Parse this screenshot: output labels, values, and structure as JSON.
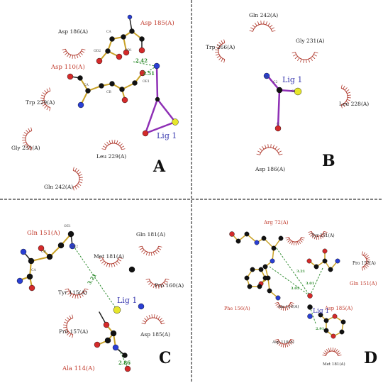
{
  "ligand_label": "Lig 1",
  "panels": [
    {
      "letter": "A",
      "hydrophobic": [
        "Asp 186(A)",
        "Trp 229(A)",
        "Gly 231(A)",
        "Leu 229(A)",
        "Gln 242(A)"
      ],
      "hbond_residues": [
        "Asp 185(A)",
        "Asp 110(A)"
      ],
      "distances": [
        "2.42",
        "2.51"
      ]
    },
    {
      "letter": "B",
      "hydrophobic": [
        "Gln 242(A)",
        "Trp 266(A)",
        "Gly 231(A)",
        "Leu 228(A)",
        "Asp 186(A)"
      ],
      "hbond_residues": [],
      "distances": []
    },
    {
      "letter": "C",
      "hydrophobic": [
        "Gln 181(A)",
        "Met 181(A)",
        "Tyr 115(A)",
        "Pro 160(A)",
        "Pro 157(A)",
        "Asp 185(A)"
      ],
      "hbond_residues": [
        "Gln 151(A)",
        "Ala 114(A)"
      ],
      "distances": [
        "3.21",
        "2.86"
      ]
    },
    {
      "letter": "D",
      "hydrophobic": [
        "Tyr 151(A)",
        "Pro 157(A)",
        "Ala 114(A)",
        "Asp 110(A)",
        "Met 181(A)"
      ],
      "hbond_residues": [
        "Arg 72(A)",
        "Gln 151(A)",
        "Phe 156(A)",
        "Asp 185(A)"
      ],
      "distances": [
        "3.21",
        "3.05",
        "2.91",
        "3.01"
      ]
    }
  ],
  "colors": {
    "divider": "#333333",
    "hydrophobic_arc": "#b03a2e",
    "hbond": "#2e8b2e",
    "ligand_bond": "#8e2fb5",
    "carbon": "#111111",
    "oxygen": "#d42a2a",
    "nitrogen": "#2a3fd4",
    "sulfur": "#e6e62a",
    "backbone_bond": "#c9a227"
  }
}
